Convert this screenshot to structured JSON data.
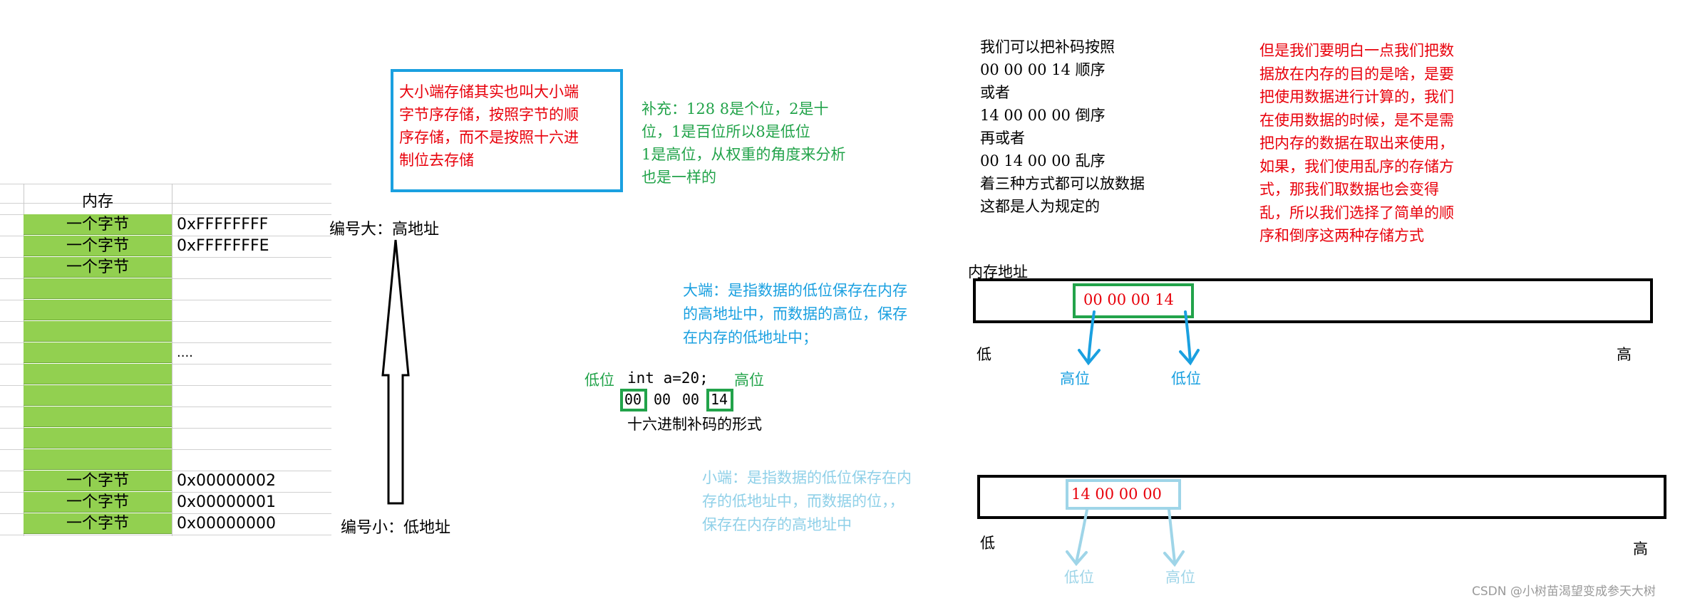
{
  "memory_table": {
    "header": "内存",
    "byte_label": "一个字节",
    "addresses": {
      "top1": "0xFFFFFFFF",
      "top2": "0xFFFFFFFE",
      "ellipsis": "....",
      "bottom3": "0x00000002",
      "bottom2": "0x00000001",
      "bottom1": "0x00000000"
    },
    "colors": {
      "cell": "#92d050"
    }
  },
  "address_arrow": {
    "high_label": "编号大：高地址",
    "low_label": "编号小：低地址"
  },
  "intro_box": {
    "text": [
      "大小端存储其实也叫大小端",
      "字节序存储，按照字节的顺",
      "序存储，而不是按照十六进",
      "制位去存储"
    ],
    "colors": {
      "text": "#e8000b",
      "border": "#1aa0e0"
    }
  },
  "supplement_note": {
    "lines": [
      "补充：128  8是个位，2是十",
      "位，1是百位所以8是低位",
      "1是高位，从权重的角度来分析",
      "也是一样的"
    ],
    "color": "#22a34a"
  },
  "big_endian_def": {
    "lines": [
      "大端：是指数据的低位保存在内存",
      "的高地址中，而数据的高位，保存",
      "在内存的低地址中；"
    ],
    "color": "#1aa0e0"
  },
  "example": {
    "low_label": "低位",
    "code": "int a=20;",
    "high_label": "高位",
    "bytes": [
      "00",
      "00",
      "00",
      "14"
    ],
    "caption": "十六进制补码的形式"
  },
  "little_endian_def": {
    "lines": [
      "小端：是指数据的低位保存在内",
      "存的低地址中，而数据的位，，",
      "保存在内存的高地址中"
    ],
    "color": "#8fd0e8"
  },
  "order_note": {
    "lines": [
      "我们可以把补码按照",
      "00  00  00  14    顺序",
      "或者",
      "14  00  00  00    倒序",
      "再或者",
      "00  14  00  00    乱序",
      "着三种方式都可以放数据",
      "这都是人为规定的"
    ]
  },
  "reason_note": {
    "lines": [
      "但是我们要明白一点我们把数",
      "据放在内存的目的是啥，是要",
      "把使用数据进行计算的，我们",
      "在使用数据的时候，是不是需",
      "把内存的数据在取出来使用，",
      "如果，我们使用乱序的存储方",
      "式，那我们取数据也会变得",
      "乱，所以我们选择了简单的顺",
      "序和倒序这两种存储方式"
    ],
    "color": "#e8000b"
  },
  "big_endian_diagram": {
    "title": "内存地址",
    "value": "00  00  00  14",
    "low_end": "低",
    "high_end": "高",
    "left_arrow_label": "高位",
    "right_arrow_label": "低位",
    "colors": {
      "box": "#22a34a",
      "arrow": "#1aa0e0",
      "value": "#e8000b"
    }
  },
  "little_endian_diagram": {
    "value": "14  00  00  00",
    "low_end": "低",
    "high_end": "高",
    "left_arrow_label": "低位",
    "right_arrow_label": "高位",
    "colors": {
      "box": "#9fd5e8",
      "arrow": "#9fd5e8",
      "value": "#e8000b"
    }
  },
  "watermark": "CSDN @小树苗渴望变成参天大树"
}
